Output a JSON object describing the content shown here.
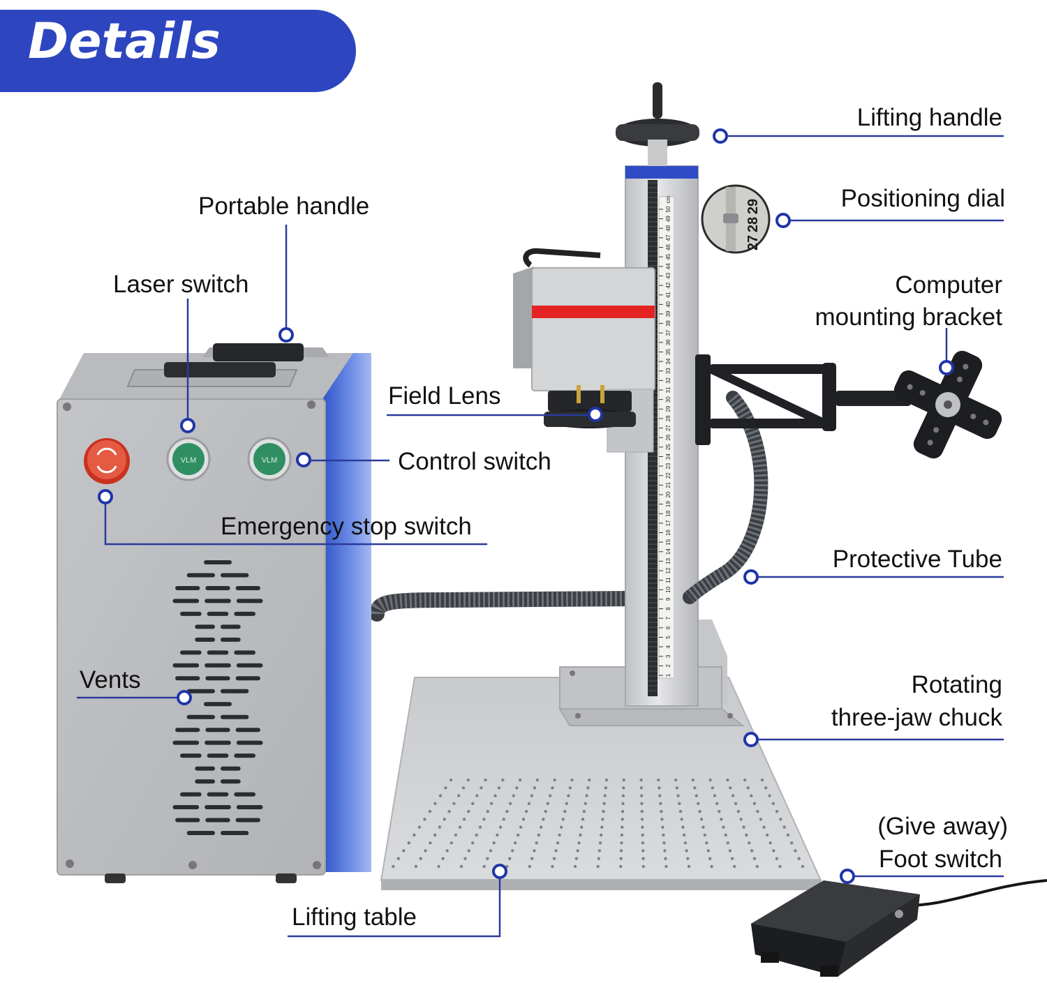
{
  "header": {
    "title": "Details"
  },
  "callouts": {
    "lifting_handle": "Lifting handle",
    "positioning_dial": "Positioning dial",
    "computer_bracket_line1": "Computer",
    "computer_bracket_line2": "mounting bracket",
    "portable_handle": "Portable handle",
    "laser_switch": "Laser switch",
    "field_lens": "Field Lens",
    "control_switch": "Control switch",
    "emergency_stop": "Emergency stop switch",
    "protective_tube": "Protective Tube",
    "vents": "Vents",
    "rotating_chuck_line1": "Rotating",
    "rotating_chuck_line2": "three-jaw chuck",
    "foot_switch_line1": "(Give away)",
    "foot_switch_line2": "Foot switch",
    "lifting_table": "Lifting table"
  },
  "ruler": {
    "numbers": [
      "1",
      "2",
      "3",
      "4",
      "5",
      "6",
      "7",
      "8",
      "9",
      "10",
      "11",
      "12",
      "13",
      "14",
      "15",
      "16",
      "17",
      "18",
      "19",
      "20",
      "21",
      "22",
      "23",
      "24",
      "25",
      "26",
      "27",
      "28",
      "29",
      "30",
      "31",
      "32",
      "33",
      "34",
      "35",
      "36",
      "37",
      "38",
      "39",
      "40",
      "41",
      "42",
      "43",
      "44",
      "45",
      "46",
      "47",
      "48",
      "49",
      "50"
    ],
    "unit": "cm"
  },
  "dial": {
    "numbers": [
      "27",
      "28",
      "29"
    ]
  },
  "button_text": "VLM",
  "colors": {
    "banner": "#2d46c0",
    "callout_line": "#2a3a9c",
    "callout_dot": "#1f35a8",
    "machine_silver": "#c4c6c9",
    "cabinet_side": "#3f66d6",
    "head_red_stripe": "#e42323",
    "estop_red": "#e04433",
    "switch_green": "#2f8f63"
  },
  "icons": [
    "emergency-stop-icon",
    "laser-switch-icon",
    "control-switch-icon",
    "field-lens-icon",
    "foot-pedal-icon",
    "callout-dot-icon"
  ]
}
